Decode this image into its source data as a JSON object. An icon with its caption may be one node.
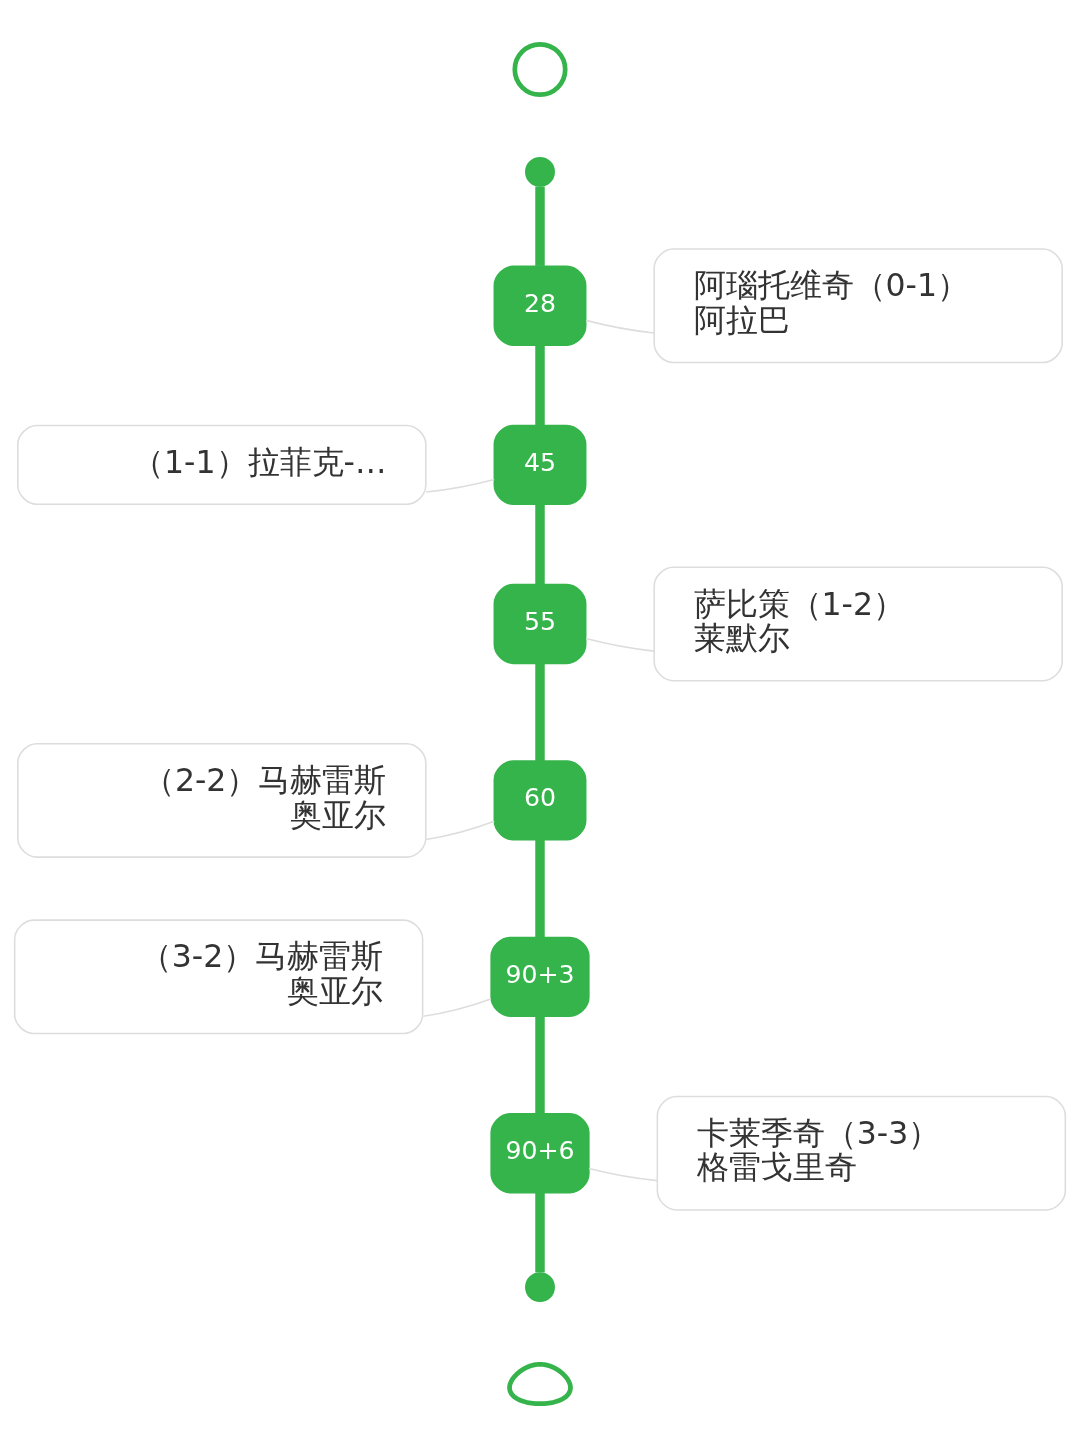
{
  "diagram": {
    "nodes": [
      {
        "text": [],
        "shape": "circle"
      },
      {
        "text": [],
        "shape": "dot"
      },
      {
        "text": [
          "28"
        ]
      },
      {
        "text": [
          "阿瑙托维奇（0-1）",
          "阿拉巴"
        ]
      },
      {
        "text": [
          "（1-1）拉菲克-…"
        ]
      },
      {
        "text": [
          "45"
        ]
      },
      {
        "text": [
          "55"
        ]
      },
      {
        "text": [
          "萨比策（1-2）",
          "莱默尔"
        ]
      },
      {
        "text": [
          "（2-2）马赫雷斯",
          "奥亚尔"
        ]
      },
      {
        "text": [
          "60"
        ]
      },
      {
        "text": [
          "（3-2）马赫雷斯",
          "奥亚尔"
        ]
      },
      {
        "text": [
          "90+3"
        ]
      },
      {
        "text": [
          "90+6"
        ]
      },
      {
        "text": [
          "卡莱季奇（3-3）",
          "格雷戈里奇"
        ]
      },
      {
        "text": [],
        "shape": "dot"
      },
      {
        "text": [],
        "shape": "whistle"
      }
    ],
    "edges": [
      {
        "from": 1,
        "to": 2,
        "arrow": "none"
      },
      {
        "from": 3,
        "to": 2,
        "arrow": "none",
        "color": "#dddddd"
      },
      {
        "from": 2,
        "to": 5,
        "arrow": "none"
      },
      {
        "from": 4,
        "to": 5,
        "arrow": "none",
        "color": "#dddddd"
      },
      {
        "from": 5,
        "to": 6,
        "arrow": "none"
      },
      {
        "from": 7,
        "to": 6,
        "arrow": "none",
        "color": "#dddddd"
      },
      {
        "from": 6,
        "to": 9,
        "arrow": "none"
      },
      {
        "from": 8,
        "to": 9,
        "arrow": "none",
        "color": "#dddddd"
      },
      {
        "from": 9,
        "to": 11,
        "arrow": "none"
      },
      {
        "from": 10,
        "to": 11,
        "arrow": "none",
        "color": "#dddddd"
      },
      {
        "from": 11,
        "to": 12,
        "arrow": "none"
      },
      {
        "from": 13,
        "to": 12,
        "arrow": "none",
        "color": "#dddddd"
      },
      {
        "from": 12,
        "to": 14,
        "arrow": "none"
      }
    ]
  }
}
